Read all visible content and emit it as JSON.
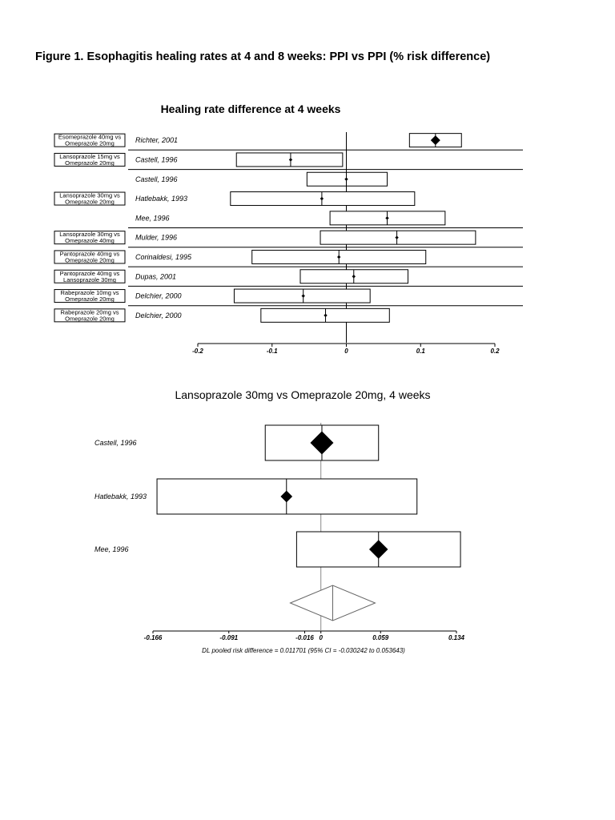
{
  "figure_title": "Figure 1.  Esophagitis healing rates at 4 and 8 weeks: PPI vs PPI (% risk difference)",
  "chart_data": [
    {
      "type": "forest",
      "title": "Healing rate difference at 4 weeks",
      "xlim": [
        -0.2,
        0.2
      ],
      "xticks": [
        -0.2,
        -0.1,
        0,
        0.1,
        0.2
      ],
      "xtick_labels": [
        "-0.2",
        "-0.1",
        "0",
        "0.1",
        "0.2"
      ],
      "rows": [
        {
          "comparison": [
            "Esomeprazole 40mg vs",
            "Omeprazole 20mg"
          ],
          "study": "Richter, 2001",
          "estimate": 0.12,
          "ci": [
            0.085,
            0.155
          ]
        },
        {
          "comparison": [
            "Lansoprazole 15mg vs",
            "Omeprazole 20mg"
          ],
          "study": "Castell, 1996",
          "estimate": -0.075,
          "ci": [
            -0.148,
            -0.005
          ]
        },
        {
          "comparison": null,
          "study": "Castell, 1996",
          "estimate": 0.0,
          "ci": [
            -0.053,
            0.055
          ]
        },
        {
          "comparison": [
            "Lansoprazole 30mg vs",
            "Omeprazole 20mg"
          ],
          "study": "Hatlebakk, 1993",
          "estimate": -0.033,
          "ci": [
            -0.156,
            0.092
          ]
        },
        {
          "comparison": null,
          "study": "Mee, 1996",
          "estimate": 0.055,
          "ci": [
            -0.022,
            0.133
          ]
        },
        {
          "comparison": [
            "Lansoprazole 30mg vs",
            "Omeprazole 40mg"
          ],
          "study": "Mulder, 1996",
          "estimate": 0.068,
          "ci": [
            -0.035,
            0.174
          ]
        },
        {
          "comparison": [
            "Pantoprazole 40mg vs",
            "Omeprazole 20mg"
          ],
          "study": "Corinaldesi, 1995",
          "estimate": -0.01,
          "ci": [
            -0.127,
            0.107
          ]
        },
        {
          "comparison": [
            "Pantoprazole 40mg vs",
            "Lansoprazole 30mg"
          ],
          "study": "Dupas, 2001",
          "estimate": 0.01,
          "ci": [
            -0.062,
            0.083
          ]
        },
        {
          "comparison": [
            "Rabeprazole 10mg vs",
            "Omeprazole 20mg"
          ],
          "study": "Delchier, 2000",
          "estimate": -0.058,
          "ci": [
            -0.151,
            0.032
          ]
        },
        {
          "comparison": [
            "Rabeprazole 20mg vs",
            "Omeprazole 20mg"
          ],
          "study": "Delchier, 2000",
          "estimate": -0.028,
          "ci": [
            -0.115,
            0.058
          ]
        }
      ],
      "row_separators_after": [
        0,
        1,
        4,
        5,
        6,
        7,
        8
      ]
    },
    {
      "type": "forest",
      "title": "Lansoprazole 30mg vs Omeprazole 20mg, 4 weeks",
      "xlim": [
        -0.166,
        0.134
      ],
      "xticks": [
        -0.166,
        -0.091,
        -0.016,
        0,
        0.059,
        0.134
      ],
      "xtick_labels": [
        "-0.166",
        "-0.091",
        "-0.016",
        "0",
        "0.059",
        "0.134"
      ],
      "rows": [
        {
          "study": "Castell, 1996",
          "estimate": 0.001,
          "ci": [
            -0.055,
            0.057
          ],
          "weight": 1.0
        },
        {
          "study": "Hatlebakk, 1993",
          "estimate": -0.034,
          "ci": [
            -0.162,
            0.095
          ],
          "weight": 0.35
        },
        {
          "study": "Mee, 1996",
          "estimate": 0.057,
          "ci": [
            -0.024,
            0.138
          ],
          "weight": 0.75
        }
      ],
      "pooled": {
        "estimate": 0.011701,
        "ci": [
          -0.030242,
          0.053643
        ]
      },
      "pooled_label": "DL pooled risk difference = 0.011701  (95% CI = -0.030242 to 0.053643)"
    }
  ]
}
